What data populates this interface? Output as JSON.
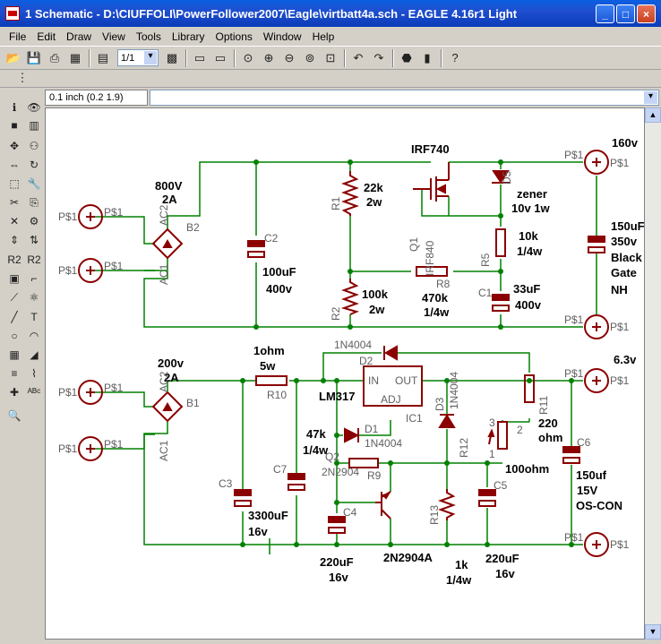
{
  "window": {
    "title": "1 Schematic - D:\\CIUFFOLI\\PowerFollower2007\\Eagle\\virtbatt4a.sch - EAGLE 4.16r1 Light",
    "buttons": {
      "minimize": "_",
      "maximize": "□",
      "close": "×"
    }
  },
  "menu": [
    "File",
    "Edit",
    "Draw",
    "View",
    "Tools",
    "Library",
    "Options",
    "Window",
    "Help"
  ],
  "toolbar": {
    "sheet_value": "1/1"
  },
  "coord": "0.1 inch (0.2 1.9)",
  "colors": {
    "wire": "#008000",
    "part": "#8b0000",
    "text": "#000000",
    "pin_label": "#606060"
  },
  "schematic": {
    "labels": {
      "irf740": "IRF740",
      "v160": "160v",
      "v800": "800V",
      "a2_top": "2A",
      "b2": "B2",
      "r1": "R1",
      "r1_val": "22k",
      "r1_w": "2w",
      "q1": "Q1",
      "irf840": "IRF840",
      "d5": "D5",
      "zener": "zener",
      "zener_val": "10v 1w",
      "r5_val": "10k",
      "r5_w": "1/4w",
      "r5": "R5",
      "c2": "C2",
      "c2_val": "100uF",
      "c2_v": "400v",
      "r8": "R8",
      "r8_val": "470k",
      "r8_w": "1/4w",
      "r2": "R2",
      "r2_val": "100k",
      "r2_w": "2w",
      "c1": "C1",
      "c1_val": "33uF",
      "c1_v": "400v",
      "bat_val": "150uF",
      "bat_v": "350v",
      "bat_1": "Black",
      "bat_2": "Gate",
      "bat_3": "NH",
      "ac2_top": "AC2",
      "ac1_top": "AC1",
      "ps1": "P$1",
      "d2_part": "1N4004",
      "d2": "D2",
      "v63": "6.3v",
      "ohm1": "1ohm",
      "w5": "5w",
      "r10": "R10",
      "v200": "200v",
      "a2_bot": "2A",
      "b1": "B1",
      "lm317": "LM317",
      "in": "IN",
      "out": "OUT",
      "adj": "ADJ",
      "ic1": "IC1",
      "d3": "D3",
      "d3_part": "1N4004",
      "r11": "R11",
      "r11_val": "220",
      "r11_unit": "ohm",
      "c6": "C6",
      "r12": "R12",
      "pot_val": "100ohm",
      "pin3": "3",
      "pin2": "2",
      "pin1": "1",
      "d1": "D1",
      "d1_part": "1N4004",
      "k47": "47k",
      "w14": "1/4w",
      "q2": "Q2",
      "q2_part": "2N2904",
      "r9": "R9",
      "c6_val": "150uf",
      "c6_v": "15V",
      "c6_type": "OS-CON",
      "c3": "C3",
      "c7": "C7",
      "c3_val": "3300uF",
      "c3_v": "16v",
      "c4": "C4",
      "c5": "C5",
      "r13": "R13",
      "c4_val": "220uF",
      "c4_v": "16v",
      "q2_label": "2N2904A",
      "r13_val": "1k",
      "r13_w": "1/4w",
      "c5_val": "220uF",
      "c5_v": "16v"
    }
  }
}
